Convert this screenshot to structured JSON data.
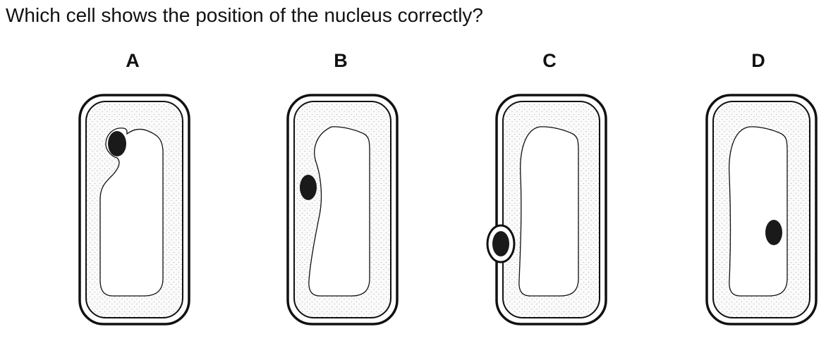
{
  "question": "Which cell shows the position of the nucleus correctly?",
  "options": [
    {
      "label": "A"
    },
    {
      "label": "B"
    },
    {
      "label": "C"
    },
    {
      "label": "D"
    }
  ],
  "colors": {
    "outline": "#111111",
    "nucleus": "#1a1a1a",
    "cytoplasm": "#fafafa",
    "stipple": "#9a9a9a"
  }
}
